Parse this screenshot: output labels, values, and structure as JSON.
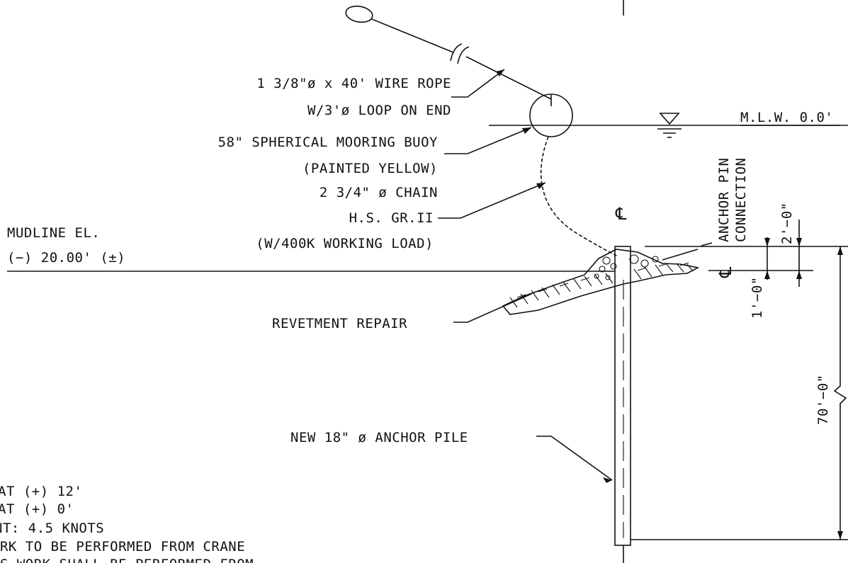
{
  "labels": {
    "wire_rope_1": "1 3/8\"ø x 40' WIRE ROPE",
    "wire_rope_2": "W/3'ø LOOP ON END",
    "buoy_1": "58\" SPHERICAL MOORING BUOY",
    "buoy_2": "(PAINTED YELLOW)",
    "chain_1": "2 3/4\" ø CHAIN",
    "chain_2": "H.S. GR.II",
    "chain_3": "(W/400K WORKING LOAD)",
    "mudline_1": "MUDLINE EL.",
    "mudline_2": "(−) 20.00' (±)",
    "mlw": "M.L.W. 0.0'",
    "anchor_pin_1": "ANCHOR PIN",
    "anchor_pin_2": "CONNECTION",
    "centerline": "℄",
    "dim_2ft": "2'−0\"",
    "dim_1ft": "1'−0\"",
    "dim_70ft": "70'−0\"",
    "revetment": "REVETMENT REPAIR",
    "anchor_pile": "NEW 18\" ø ANCHOR PILE"
  },
  "notes": [
    "AT (+) 12'",
    "AT (+) 0'",
    "NT: 4.5 KNOTS",
    "ORK TO BE PERFORMED FROM CRANE",
    "AS WORK SHALL BE PERFORMED FROM"
  ]
}
